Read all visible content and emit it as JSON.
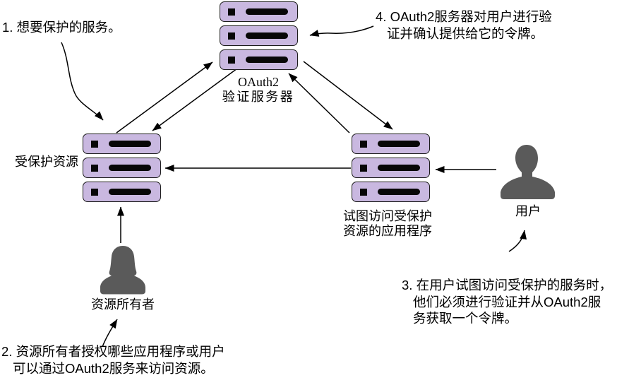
{
  "nodes": {
    "oauth2_server": {
      "label_lines": [
        "OAuth2",
        "验证服务器"
      ]
    },
    "protected_resource": {
      "label": "受保护资源"
    },
    "client_app": {
      "label_lines": [
        "试图访问受保护",
        "资源的应用程序"
      ]
    },
    "user": {
      "label": "用户"
    },
    "resource_owner": {
      "label": "资源所有者"
    }
  },
  "annotations": {
    "note1": {
      "lines": [
        "1. 想要保护的服务。"
      ]
    },
    "note2": {
      "lines": [
        "2. 资源所有者授权哪些应用程序或用户",
        "可以通过OAuth2服务来访问资源。"
      ]
    },
    "note3": {
      "lines": [
        "3. 在用户试图访问受保护的服务时，",
        "他们必须进行验证并从OAuth2服",
        "务获取一个令牌。"
      ]
    },
    "note4": {
      "lines": [
        "4. OAuth2服务器对用户进行验",
        "证并确认提供给它的令牌。"
      ]
    }
  },
  "colors": {
    "server_fill": "#c9b8e0",
    "server_border": "#1c1c1c",
    "silhouette_gray": "#5a5a5a",
    "arrow_black": "#000000",
    "background": "#ffffff"
  }
}
